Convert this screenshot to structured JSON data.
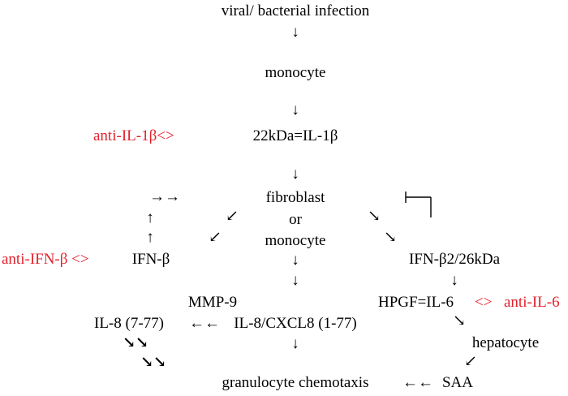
{
  "colors": {
    "text": "#000000",
    "highlight": "#e3212b"
  },
  "nodes": {
    "infection": "viral/ bacterial infection",
    "monocyte": "monocyte",
    "il1b": "22kDa=IL-1β",
    "fibroblast": "fibroblast",
    "or": "or",
    "monocyte2": "monocyte",
    "ifnb": "IFN-β",
    "ifnb2": "IFN-β2/26kDa",
    "mmp9": "MMP-9",
    "il8_short": "IL-8 (7-77)",
    "il8_full": "IL-8/CXCL8 (1-77)",
    "hpgf": "HPGF=IL-6",
    "hepatocyte": "hepatocyte",
    "saa": "SAA",
    "chemotaxis": "granulocyte chemotaxis"
  },
  "inhibitors": {
    "anti_il1b": "anti-IL-1β<>",
    "anti_ifnb": "anti-IFN-β <>",
    "anti_il6_sym": "<>",
    "anti_il6": "anti-IL-6"
  },
  "arrows": {
    "down": "↓",
    "up": "↑",
    "right_double": "→→",
    "down_left": "↙",
    "down_right": "↘",
    "left_double": "←←",
    "down_right_pair": "↘↘"
  }
}
